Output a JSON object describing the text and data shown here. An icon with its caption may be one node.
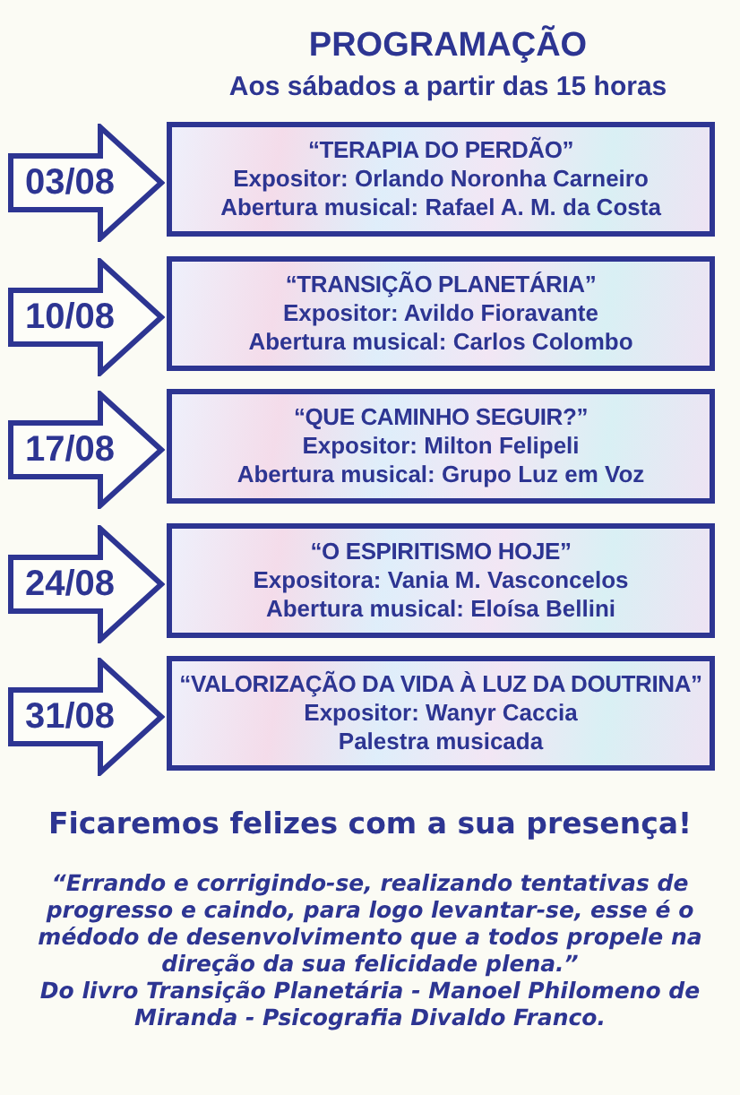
{
  "diagram": {
    "title": "PROGRAMAÇÃO",
    "nodes": [
      {
        "text": [
          "03/08"
        ]
      },
      {
        "text": [
          "“TERAPIA DO PERDÃO”",
          "Expositor: Orlando Noronha Carneiro",
          "Abertura musical: Rafael A. M. da Costa"
        ]
      },
      {
        "text": [
          "10/08"
        ]
      },
      {
        "text": [
          "“TRANSIÇÃO PLANETÁRIA”",
          "Expositor: Avildo Fioravante",
          "Abertura musical: Carlos Colombo"
        ]
      },
      {
        "text": [
          "17/08"
        ]
      },
      {
        "text": [
          "“QUE CAMINHO SEGUIR?”",
          "Expositor: Milton Felipeli",
          "Abertura musical: Grupo Luz em Voz"
        ]
      },
      {
        "text": [
          "24/08"
        ]
      },
      {
        "text": [
          "“O ESPIRITISMO HOJE”",
          "Expositora: Vania M. Vasconcelos",
          "Abertura musical: Eloísa Bellini"
        ]
      },
      {
        "text": [
          "31/08"
        ]
      },
      {
        "text": [
          "“VALORIZAÇÃO DA VIDA À LUZ DA DOUTRINA”",
          "Expositor: Wanyr Caccia",
          "Palestra musicada"
        ]
      }
    ],
    "labels": [
      "Aos sábados a partir das 15 horas",
      "Ficaremos felizes com a sua presença!",
      "“Errando e corrigindo-se, realizando tentativas de progresso e caindo, para logo levantar-se, esse é o médodo de desenvolvimento que a todos propele na direção da sua felicidade plena.”",
      "Do livro Transição Planetária - Manoel Philomeno de Miranda - Psicografia Divaldo Franco."
    ]
  }
}
